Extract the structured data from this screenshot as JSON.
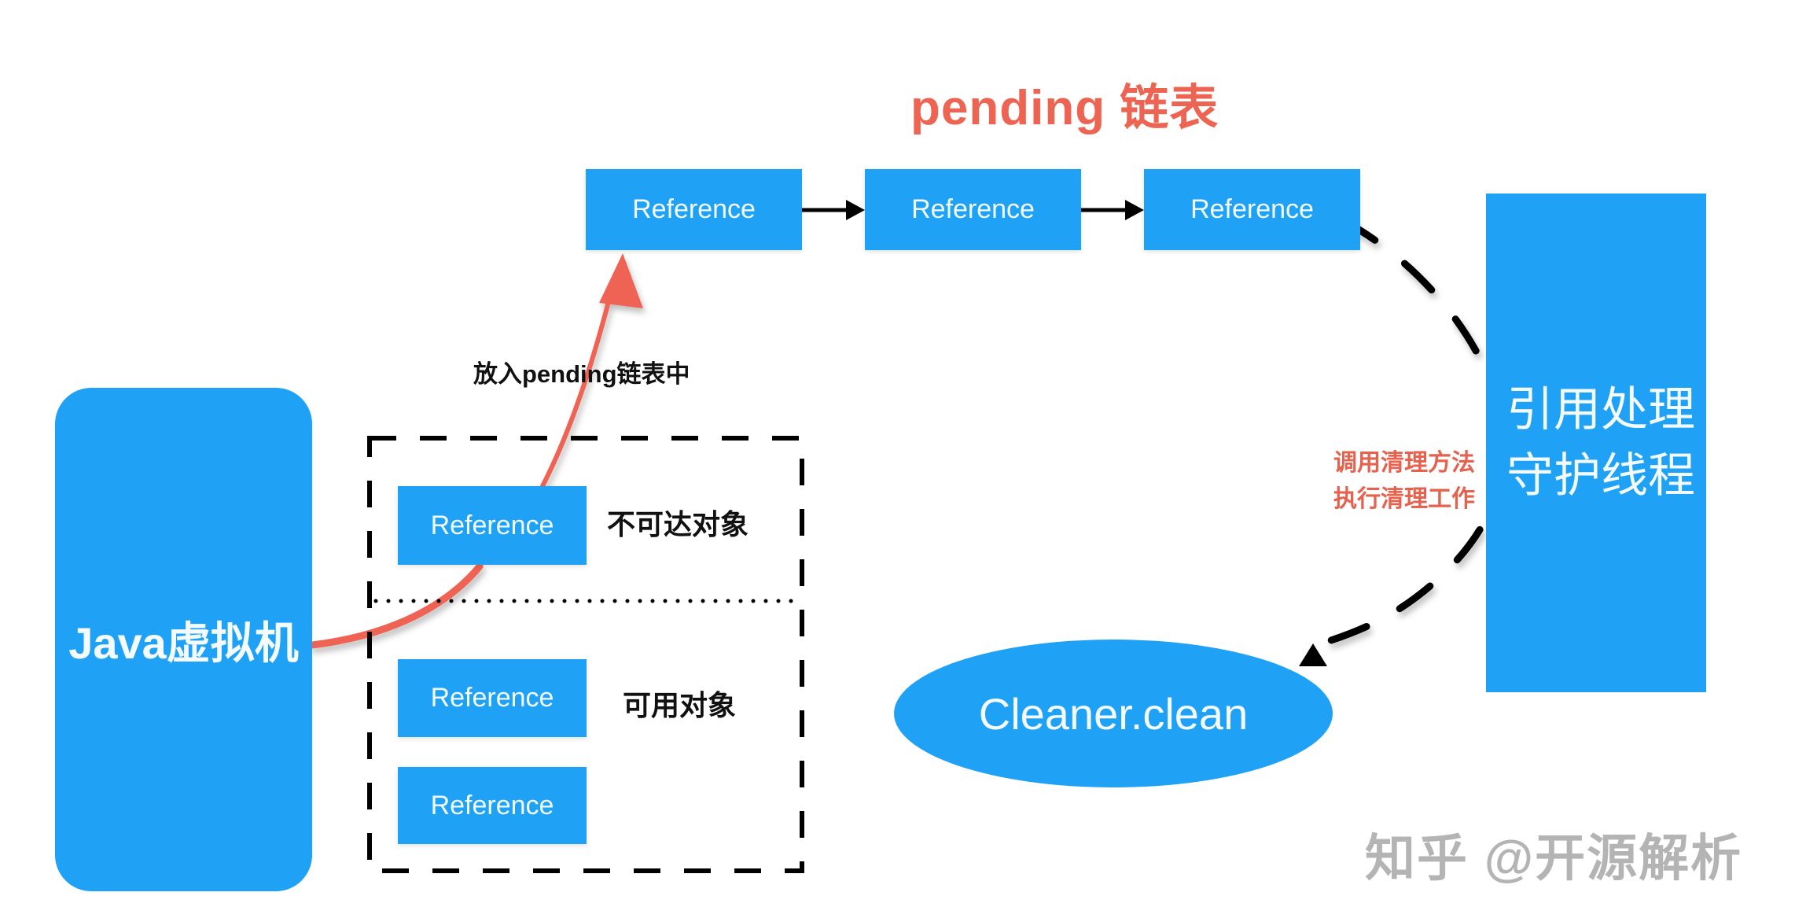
{
  "diagram": {
    "title": "pending 链表",
    "pending_list": [
      {
        "label": "Reference"
      },
      {
        "label": "Reference"
      },
      {
        "label": "Reference"
      }
    ],
    "jvm": {
      "label": "Java虚拟机"
    },
    "enqueue_label": "放入pending链表中",
    "heap_group": {
      "unreachable": {
        "label": "不可达对象",
        "items": [
          {
            "label": "Reference"
          }
        ]
      },
      "available": {
        "label": "可用对象",
        "items": [
          {
            "label": "Reference"
          },
          {
            "label": "Reference"
          }
        ]
      }
    },
    "daemon": {
      "lines": [
        "引用处理",
        "守护线程"
      ]
    },
    "cleanup_label": [
      "调用清理方法",
      "执行清理工作"
    ],
    "cleaner": {
      "label": "Cleaner.clean"
    },
    "watermark": "知乎 @开源解析",
    "colors": {
      "box_blue": "#1fa1f5",
      "accent_red": "#ee6452",
      "watermark_gray": "#b4b4b4"
    }
  }
}
